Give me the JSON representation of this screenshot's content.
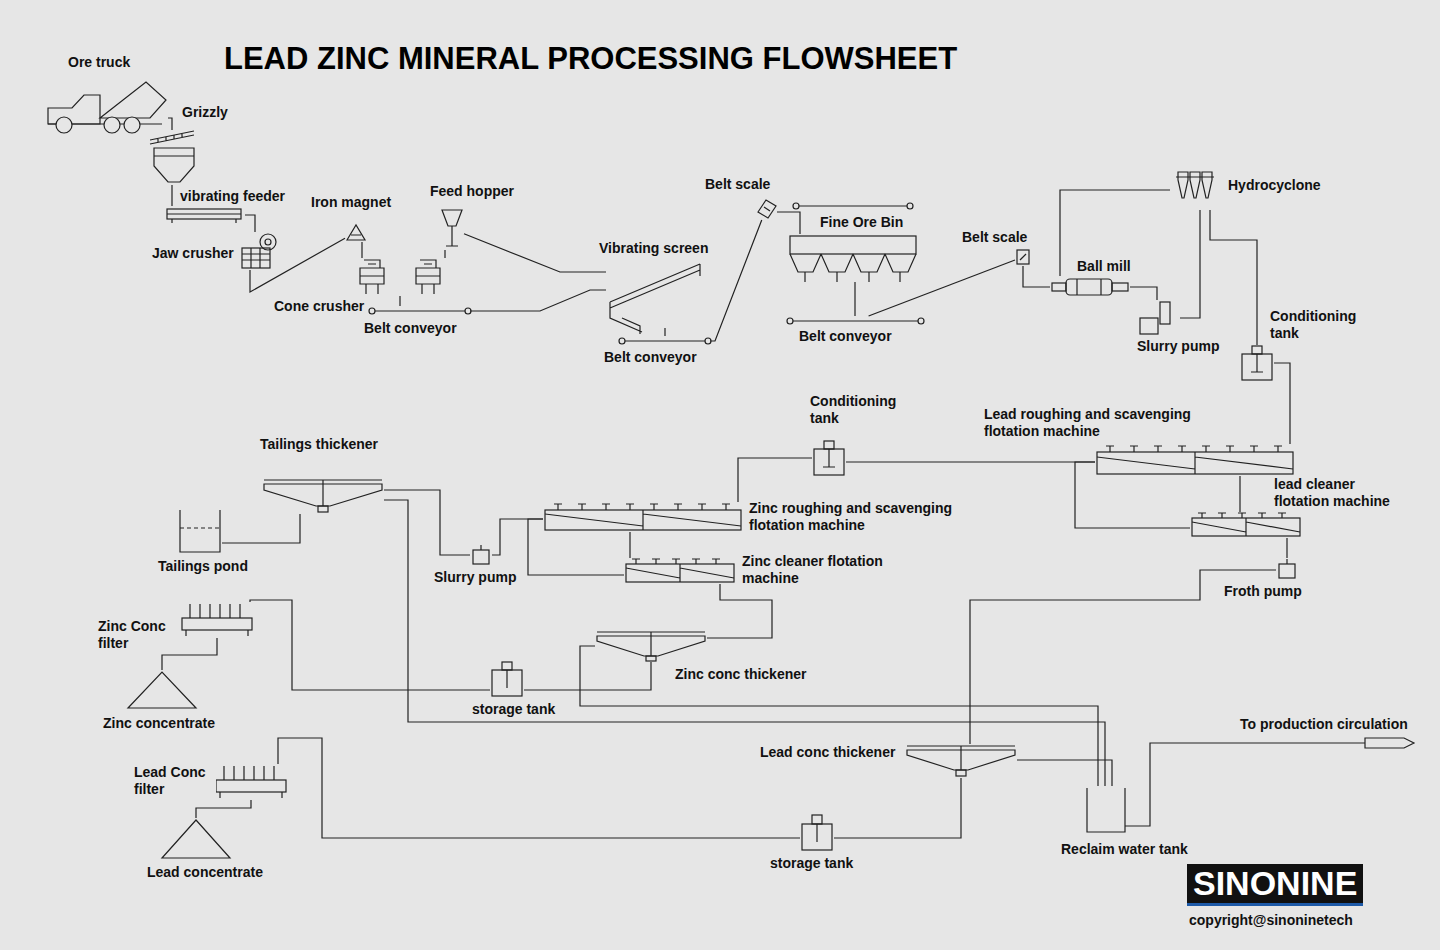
{
  "diagram": {
    "title": "LEAD ZINC MINERAL PROCESSING FLOWSHEET",
    "nodes": [
      {
        "text": [
          "Ore truck"
        ]
      },
      {
        "text": [
          "Grizzly"
        ]
      },
      {
        "text": [
          "vibrating feeder"
        ]
      },
      {
        "text": [
          "Jaw crusher"
        ]
      },
      {
        "text": [
          "Iron magnet"
        ]
      },
      {
        "text": [
          "Feed hopper"
        ]
      },
      {
        "text": [
          "Cone crusher"
        ]
      },
      {
        "text": [
          "Belt conveyor"
        ]
      },
      {
        "text": [
          "Vibrating screen"
        ]
      },
      {
        "text": [
          "Belt conveyor"
        ]
      },
      {
        "text": [
          "Belt scale"
        ]
      },
      {
        "text": [
          "Fine Ore Bin"
        ]
      },
      {
        "text": [
          "Belt conveyor"
        ]
      },
      {
        "text": [
          "Belt scale"
        ]
      },
      {
        "text": [
          "Ball mill"
        ]
      },
      {
        "text": [
          "Hydrocyclone"
        ]
      },
      {
        "text": [
          "Slurry pump"
        ]
      },
      {
        "text": [
          "Conditioning tank"
        ]
      },
      {
        "text": [
          "Lead roughing and scavenging flotation machine"
        ]
      },
      {
        "text": [
          "lead cleaner flotation machine"
        ]
      },
      {
        "text": [
          "Froth pump"
        ]
      },
      {
        "text": [
          "Conditioning tank"
        ]
      },
      {
        "text": [
          "Zinc roughing and scavenging flotation machine"
        ]
      },
      {
        "text": [
          "Zinc cleaner flotation machine"
        ]
      },
      {
        "text": [
          "Slurry pump"
        ]
      },
      {
        "text": [
          "Tailings thickener"
        ]
      },
      {
        "text": [
          "Tailings pond"
        ]
      },
      {
        "text": [
          "Zinc conc thickener"
        ]
      },
      {
        "text": [
          "storage tank"
        ]
      },
      {
        "text": [
          "Zinc Conc filter"
        ]
      },
      {
        "text": [
          "Zinc concentrate"
        ]
      },
      {
        "text": [
          "Lead conc thickener"
        ]
      },
      {
        "text": [
          "storage tank"
        ]
      },
      {
        "text": [
          "Lead Conc filter"
        ]
      },
      {
        "text": [
          "Lead concentrate"
        ]
      },
      {
        "text": [
          "Reclaim water tank"
        ]
      }
    ],
    "edges": [
      {
        "from": 0,
        "to": 1,
        "arrow": "none"
      },
      {
        "from": 1,
        "to": 2,
        "arrow": "none"
      },
      {
        "from": 2,
        "to": 3,
        "arrow": "none"
      },
      {
        "from": 3,
        "to": 4,
        "arrow": "none"
      },
      {
        "from": 4,
        "to": 6,
        "arrow": "none"
      },
      {
        "from": 5,
        "to": 6,
        "arrow": "none"
      },
      {
        "from": 6,
        "to": 7,
        "arrow": "none"
      },
      {
        "from": 7,
        "to": 8,
        "arrow": "none"
      },
      {
        "from": 8,
        "to": 5,
        "arrow": "none"
      },
      {
        "from": 8,
        "to": 9,
        "arrow": "none"
      },
      {
        "from": 9,
        "to": 10,
        "arrow": "none"
      },
      {
        "from": 10,
        "to": 11,
        "arrow": "none"
      },
      {
        "from": 11,
        "to": 12,
        "arrow": "none"
      },
      {
        "from": 12,
        "to": 13,
        "arrow": "none"
      },
      {
        "from": 13,
        "to": 14,
        "arrow": "none"
      },
      {
        "from": 14,
        "to": 16,
        "arrow": "none"
      },
      {
        "from": 16,
        "to": 15,
        "arrow": "none"
      },
      {
        "from": 15,
        "to": 14,
        "arrow": "none"
      },
      {
        "from": 15,
        "to": 17,
        "arrow": "none"
      },
      {
        "from": 17,
        "to": 18,
        "arrow": "none"
      },
      {
        "from": 18,
        "to": 19,
        "arrow": "none"
      },
      {
        "from": 19,
        "to": 18,
        "arrow": "none"
      },
      {
        "from": 19,
        "to": 20,
        "arrow": "none"
      },
      {
        "from": 20,
        "to": 31,
        "arrow": "none"
      },
      {
        "from": 18,
        "to": 21,
        "arrow": "none"
      },
      {
        "from": 21,
        "to": 22,
        "arrow": "none"
      },
      {
        "from": 22,
        "to": 23,
        "arrow": "none"
      },
      {
        "from": 23,
        "to": 22,
        "arrow": "none"
      },
      {
        "from": 23,
        "to": 27,
        "arrow": "none"
      },
      {
        "from": 22,
        "to": 24,
        "arrow": "none"
      },
      {
        "from": 24,
        "to": 25,
        "arrow": "none"
      },
      {
        "from": 25,
        "to": 26,
        "arrow": "none"
      },
      {
        "from": 25,
        "to": 35,
        "arrow": "none"
      },
      {
        "from": 27,
        "to": 28,
        "arrow": "none"
      },
      {
        "from": 28,
        "to": 29,
        "arrow": "none"
      },
      {
        "from": 29,
        "to": 30,
        "arrow": "none"
      },
      {
        "from": 27,
        "to": 35,
        "arrow": "none"
      },
      {
        "from": 31,
        "to": 32,
        "arrow": "none"
      },
      {
        "from": 32,
        "to": 33,
        "arrow": "none"
      },
      {
        "from": 33,
        "to": 34,
        "arrow": "none"
      },
      {
        "from": 31,
        "to": 35,
        "arrow": "none"
      }
    ],
    "labels": [
      "To production circulation",
      "SINONINE",
      "copyright@sinoninetech"
    ]
  }
}
